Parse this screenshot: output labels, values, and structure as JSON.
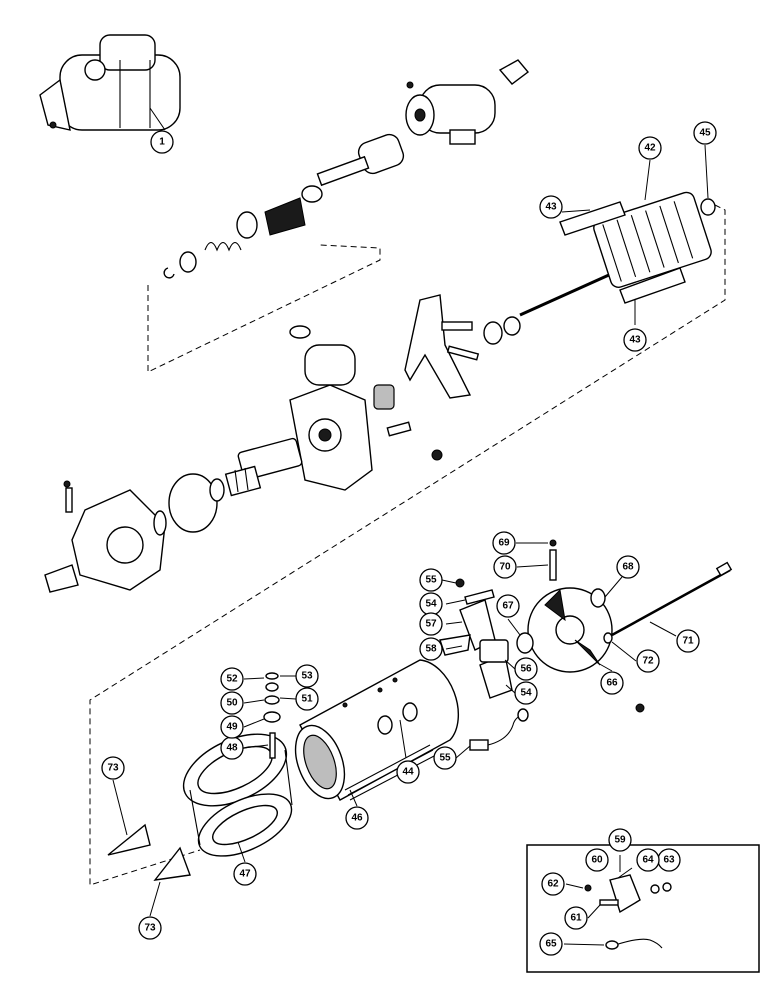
{
  "callouts": [
    {
      "id": "c1",
      "label": "1"
    },
    {
      "id": "c42",
      "label": "42"
    },
    {
      "id": "c43a",
      "label": "43"
    },
    {
      "id": "c43b",
      "label": "43"
    },
    {
      "id": "c44",
      "label": "44"
    },
    {
      "id": "c45",
      "label": "45"
    },
    {
      "id": "c46",
      "label": "46"
    },
    {
      "id": "c47",
      "label": "47"
    },
    {
      "id": "c48",
      "label": "48"
    },
    {
      "id": "c49",
      "label": "49"
    },
    {
      "id": "c50",
      "label": "50"
    },
    {
      "id": "c51",
      "label": "51"
    },
    {
      "id": "c52",
      "label": "52"
    },
    {
      "id": "c53",
      "label": "53"
    },
    {
      "id": "c54a",
      "label": "54"
    },
    {
      "id": "c54b",
      "label": "54"
    },
    {
      "id": "c55a",
      "label": "55"
    },
    {
      "id": "c55b",
      "label": "55"
    },
    {
      "id": "c56",
      "label": "56"
    },
    {
      "id": "c57",
      "label": "57"
    },
    {
      "id": "c58",
      "label": "58"
    },
    {
      "id": "c59",
      "label": "59"
    },
    {
      "id": "c60",
      "label": "60"
    },
    {
      "id": "c61",
      "label": "61"
    },
    {
      "id": "c62",
      "label": "62"
    },
    {
      "id": "c63",
      "label": "63"
    },
    {
      "id": "c64",
      "label": "64"
    },
    {
      "id": "c65",
      "label": "65"
    },
    {
      "id": "c66",
      "label": "66"
    },
    {
      "id": "c67",
      "label": "67"
    },
    {
      "id": "c68",
      "label": "68"
    },
    {
      "id": "c69",
      "label": "69"
    },
    {
      "id": "c70",
      "label": "70"
    },
    {
      "id": "c71",
      "label": "71"
    },
    {
      "id": "c72",
      "label": "72"
    },
    {
      "id": "c73a",
      "label": "73"
    },
    {
      "id": "c73b",
      "label": "73"
    }
  ]
}
